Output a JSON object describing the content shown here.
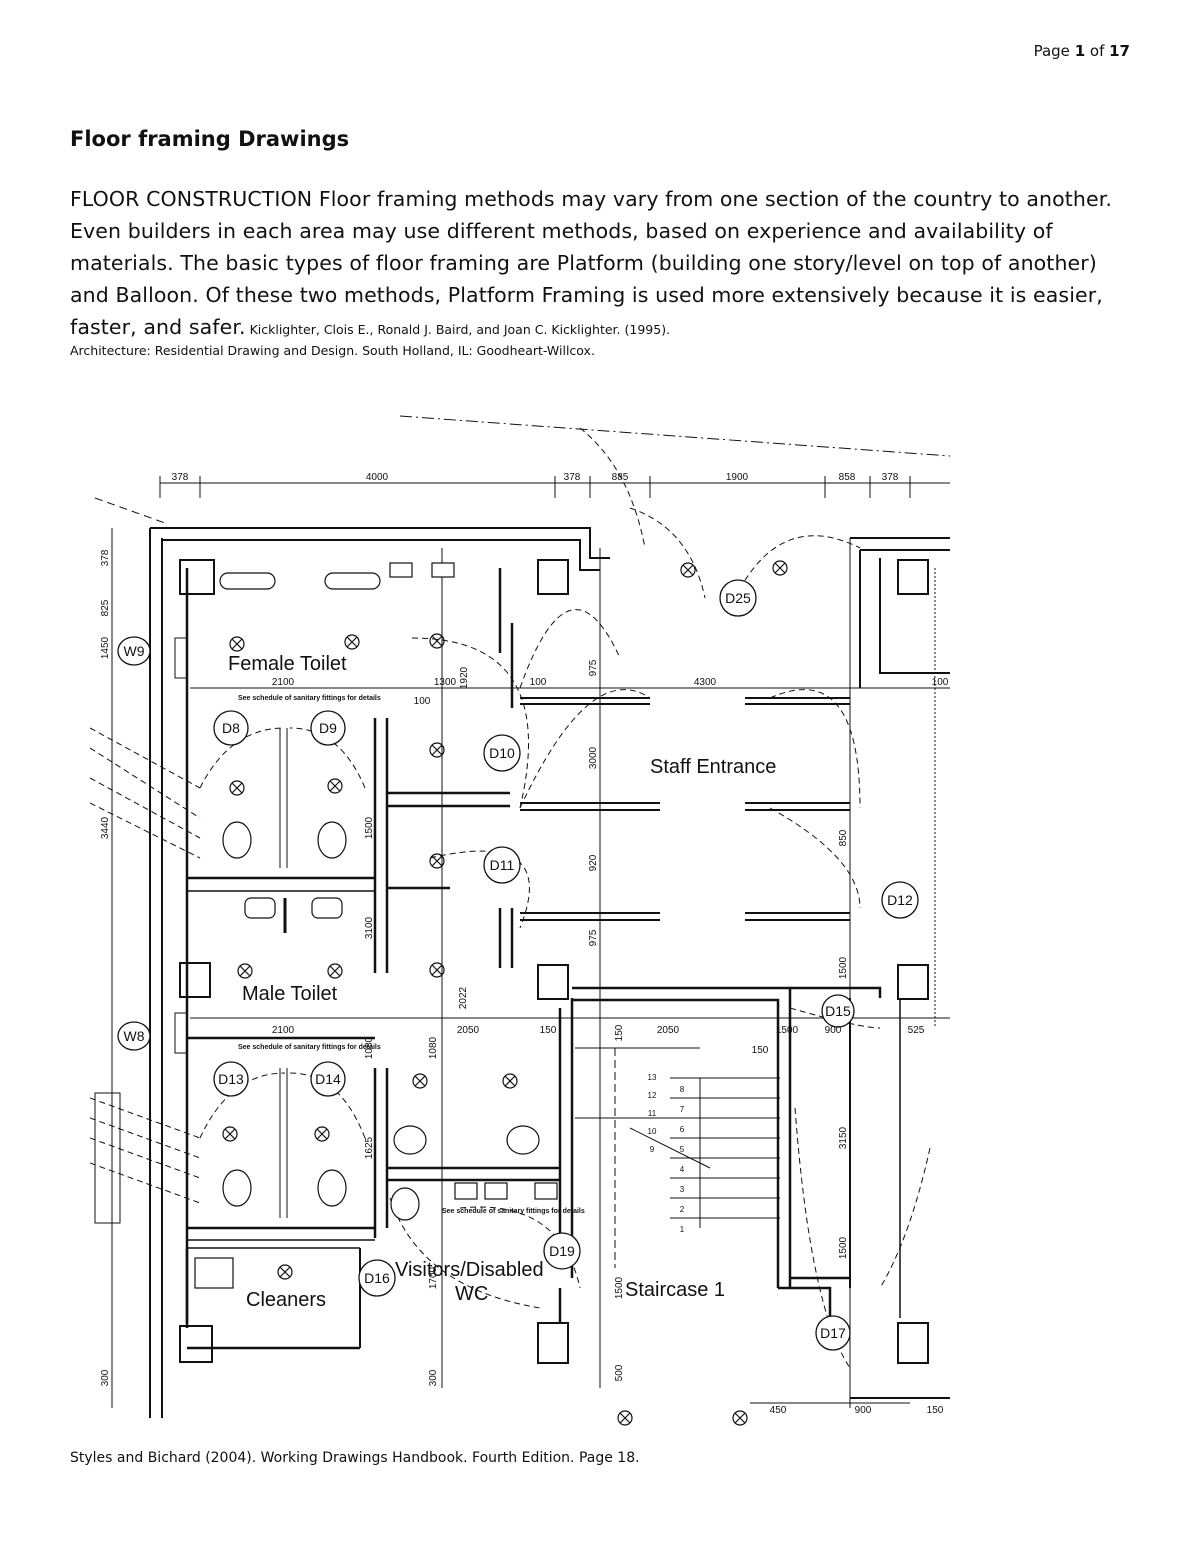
{
  "header": {
    "page_prefix": "Page ",
    "page_current": "1",
    "page_mid": " of ",
    "page_total": "17"
  },
  "title": "Floor framing Drawings",
  "body": {
    "paragraph": "FLOOR CONSTRUCTION Floor framing methods may vary from one section of the country to another. Even builders in each area may use different methods, based on experience and availability of materials. The basic types of floor framing are Platform (building one story/level on top of another) and Balloon. Of these two methods, Platform Framing is used more extensively because it is easier, faster, and safer.",
    "citation_part1": " Kicklighter, Clois E., Ronald J. Baird, and Joan C. Kicklighter. (1995).",
    "citation_part2": "Architecture: Residential Drawing and Design. South Holland, IL: Goodheart-Willcox."
  },
  "drawing": {
    "room_labels": {
      "female_toilet": "Female Toilet",
      "male_toilet": "Male Toilet",
      "staff_entrance": "Staff Entrance",
      "visitors_wc_line1": "Visitors/Disabled",
      "visitors_wc_line2": "WC",
      "cleaners": "Cleaners",
      "staircase": "Staircase 1"
    },
    "door_tags": {
      "d8": "D8",
      "d9": "D9",
      "d10": "D10",
      "d11": "D11",
      "d12": "D12",
      "d13": "D13",
      "d14": "D14",
      "d15": "D15",
      "d16": "D16",
      "d17": "D17",
      "d19": "D19",
      "d25": "D25"
    },
    "window_tags": {
      "w9": "W9",
      "w8": "W8"
    },
    "dimensions_top": [
      "378",
      "4000",
      "378",
      "885",
      "1900",
      "858",
      "378"
    ],
    "dimensions_row": {
      "female_2100": "2100",
      "female_1300": "1300",
      "female_100": "100",
      "staff_100": "100",
      "staff_4300": "4300",
      "staff_100r": "100",
      "male_2100": "2100",
      "male_2050": "2050",
      "stair_150": "150",
      "stair_2050": "2050",
      "stair_1500": "1500",
      "stair_900": "900",
      "stair_525": "525",
      "stair_150b": "150",
      "bottom_450": "450",
      "bottom_900": "900",
      "bottom_150": "150"
    },
    "dimensions_vertical": {
      "v378": "378",
      "v825": "825",
      "v3440": "3440",
      "v1450": "1450",
      "v975": "975",
      "v3000": "3000",
      "v920": "920",
      "v975b": "975",
      "v1920": "1920",
      "v1500": "1500",
      "v3100": "3100",
      "v850": "850",
      "v1500b": "1500",
      "v1080": "1080",
      "v1080b": "1080",
      "v2022": "2022",
      "v1625": "1625",
      "v1700": "1700",
      "v300": "300",
      "v300b": "300",
      "v1500c": "1500",
      "v3150": "3150",
      "v1500d": "1500",
      "v500": "500",
      "v150": "150"
    },
    "fixture_note": "See schedule of sanitary fittings for details",
    "stair_steps": [
      "1",
      "2",
      "3",
      "4",
      "5",
      "6",
      "7",
      "8",
      "9",
      "10",
      "11",
      "12",
      "13"
    ]
  },
  "footer": "Styles and Bichard (2004). Working Drawings Handbook. Fourth Edition. Page 18."
}
